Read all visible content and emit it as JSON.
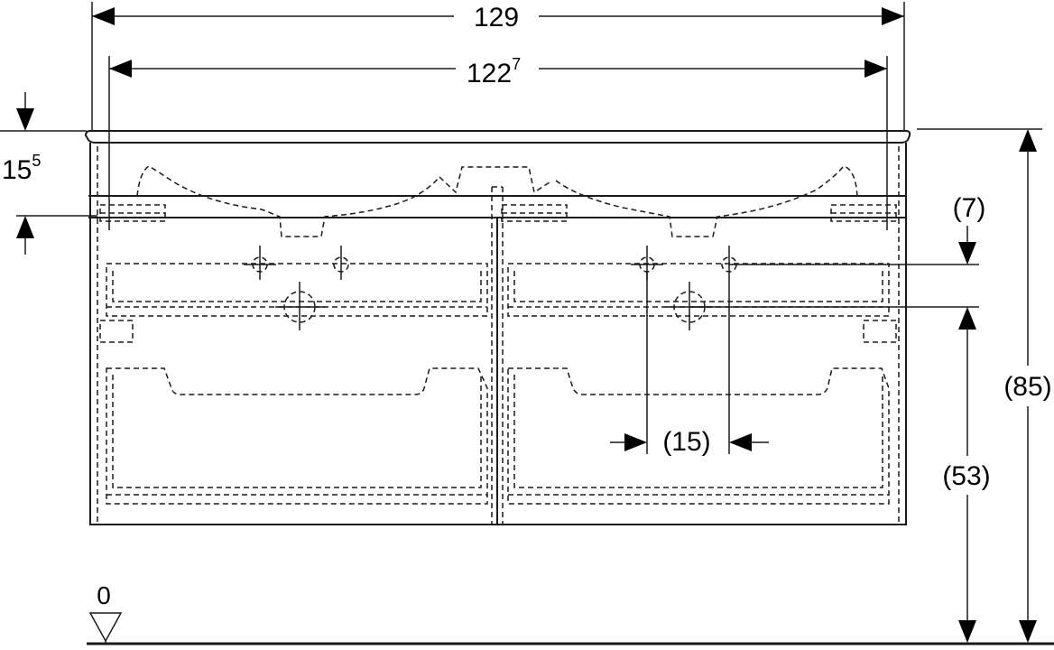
{
  "dimensions": {
    "overall_width": "129",
    "inner_width_main": "122",
    "inner_width_sup": "7",
    "top_thickness_main": "15",
    "top_thickness_sup": "5",
    "offset_small": "(7)",
    "spacing": "(15)",
    "drain_height": "(53)",
    "total_height": "(85)",
    "floor_level": "0"
  }
}
